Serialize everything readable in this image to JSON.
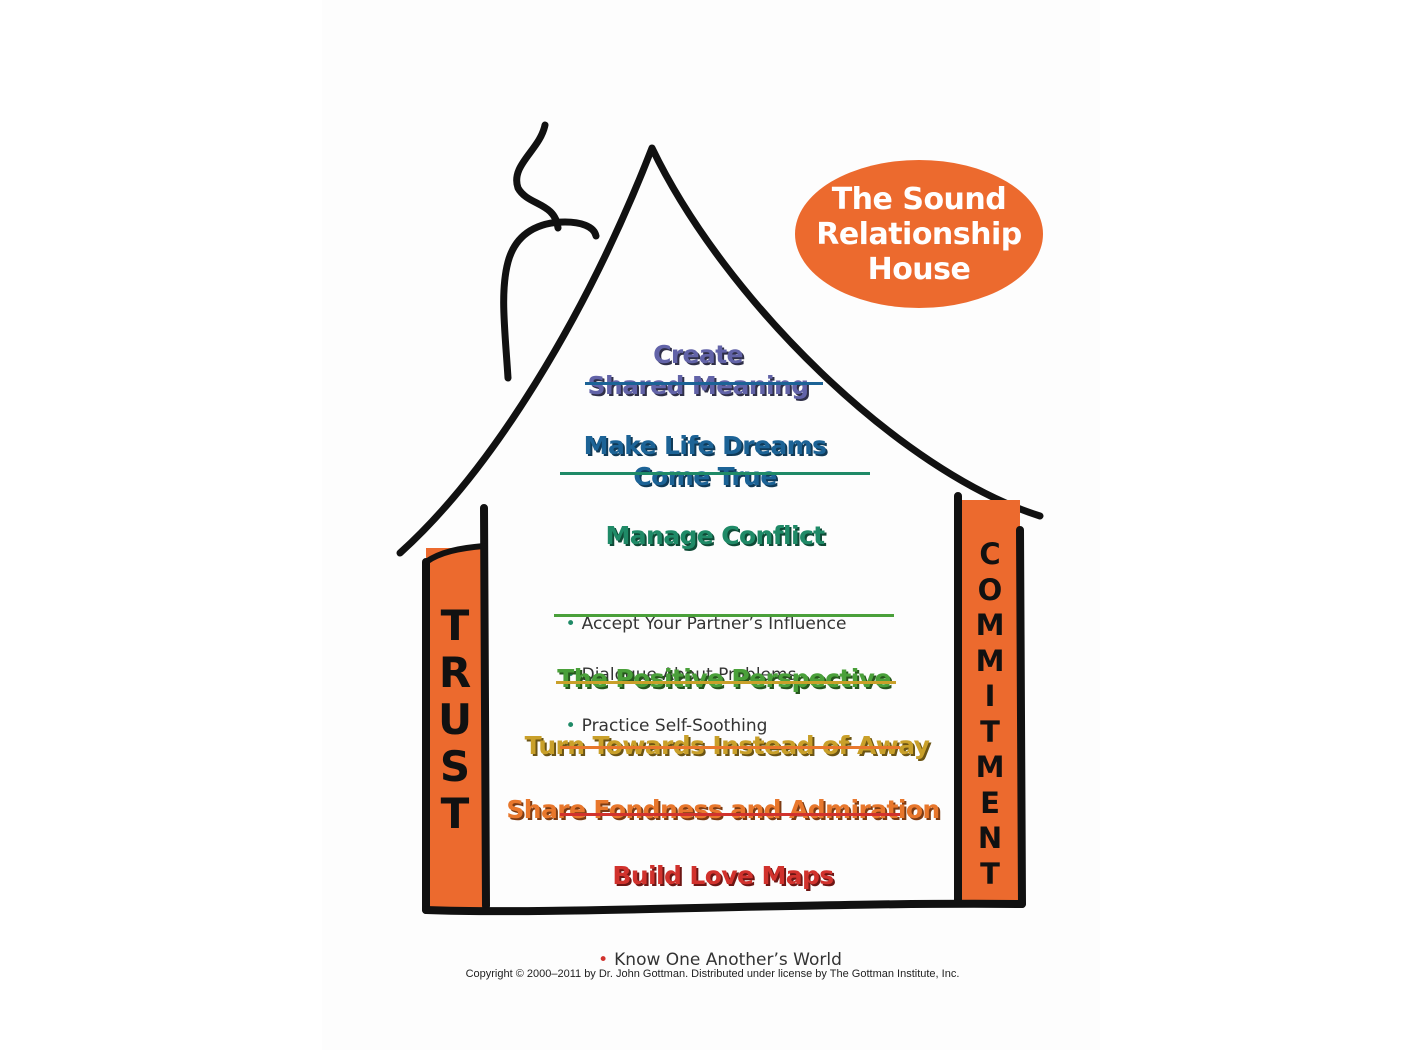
{
  "badge": {
    "title": "The Sound\nRelationship\nHouse"
  },
  "pillars": {
    "left": {
      "label": "TRUST",
      "letters": [
        "T",
        "R",
        "U",
        "S",
        "T"
      ]
    },
    "right": {
      "label": "COMMITMENT",
      "letters": [
        "C",
        "O",
        "M",
        "M",
        "I",
        "T",
        "M",
        "E",
        "N",
        "T"
      ]
    }
  },
  "levels": [
    {
      "title": "Create\nShared Meaning",
      "color": "#6263a8"
    },
    {
      "title": "Make Life Dreams\nCome True",
      "color": "#1c6396"
    },
    {
      "title": "Manage Conflict",
      "color": "#1f8a67",
      "bullets": [
        "Accept Your Partner’s Influence",
        "Dialogue About Problems",
        "Practice Self-Soothing"
      ]
    },
    {
      "title": "The Positive Perspective",
      "color": "#4aa03a"
    },
    {
      "title": "Turn Towards Instead of Away",
      "color": "#c9a02a"
    },
    {
      "title": "Share Fondness and Admiration",
      "color": "#e8772c"
    },
    {
      "title": "Build Love Maps",
      "color": "#d1322d",
      "bullets": [
        "Know One Another’s World"
      ]
    }
  ],
  "colors": {
    "accent_orange": "#ec6a2e",
    "outline": "#111111",
    "dividers": [
      "#1c6396",
      "#1f8a67",
      "#4aa03a",
      "#c9a02a",
      "#e8772c",
      "#d1322d"
    ]
  },
  "footer": {
    "copyright": "Copyright © 2000–2011 by Dr. John Gottman. Distributed under license by The Gottman Institute, Inc."
  }
}
